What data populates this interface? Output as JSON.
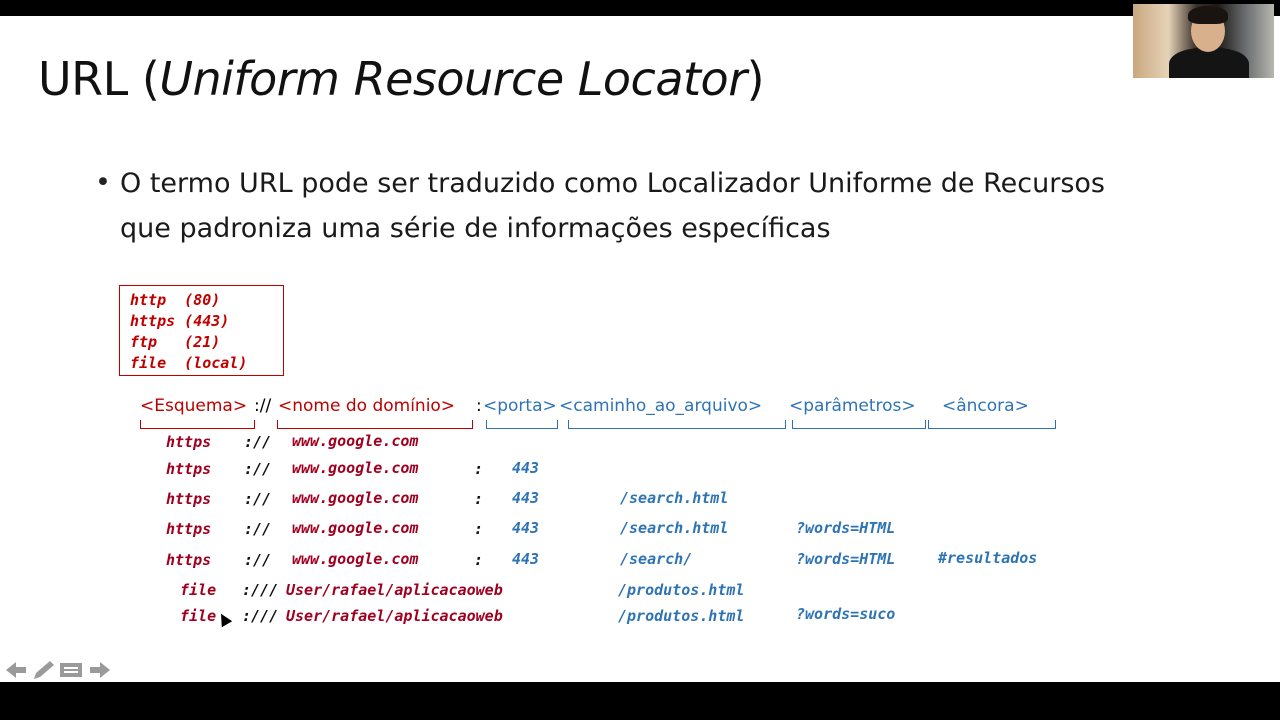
{
  "slide": {
    "title_prefix": "URL (",
    "title_italic": "Uniform Resource Locator",
    "title_suffix": ")",
    "bullet": "•",
    "bullet_text": "O termo URL pode ser traduzido como Localizador Uniforme de Recursos que padroniza uma série de informações específicas"
  },
  "schemes": [
    "http  (80)",
    "https (443)",
    "ftp   (21)",
    "file  (local)"
  ],
  "syntax": {
    "esquema": "<Esquema>",
    "sep1": "://",
    "dominio": "<nome do domínio>",
    "sep2": ":",
    "porta": "<porta>",
    "caminho": "<caminho_ao_arquivo>",
    "parametros": "<parâmetros>",
    "ancora": "<âncora>"
  },
  "examples": {
    "r1": {
      "scheme": "https",
      "sep": "://",
      "domain": "www.google.com"
    },
    "r2": {
      "scheme": "https",
      "sep": "://",
      "domain": "www.google.com",
      "colon": ":",
      "port": "443"
    },
    "r3": {
      "scheme": "https",
      "sep": "://",
      "domain": "www.google.com",
      "colon": ":",
      "port": "443",
      "path": "/search.html"
    },
    "r4": {
      "scheme": "https",
      "sep": "://",
      "domain": "www.google.com",
      "colon": ":",
      "port": "443",
      "path": "/search.html",
      "params": "?words=HTML"
    },
    "r5": {
      "scheme": "https",
      "sep": "://",
      "domain": "www.google.com",
      "colon": ":",
      "port": "443",
      "path": "/search/",
      "params": "?words=HTML",
      "anchor": "#resultados"
    },
    "r6": {
      "scheme": "file",
      "sep": ":///",
      "domain": "User/rafael/aplicacaoweb",
      "path": "/produtos.html"
    },
    "r7": {
      "scheme": "file",
      "sep": ":///",
      "domain": "User/rafael/aplicacaoweb",
      "path": "/produtos.html",
      "params": "?words=suco"
    }
  },
  "icons": {
    "prev": "arrow-left-icon",
    "pen": "pen-icon",
    "menu": "menu-icon",
    "next": "arrow-right-icon"
  }
}
